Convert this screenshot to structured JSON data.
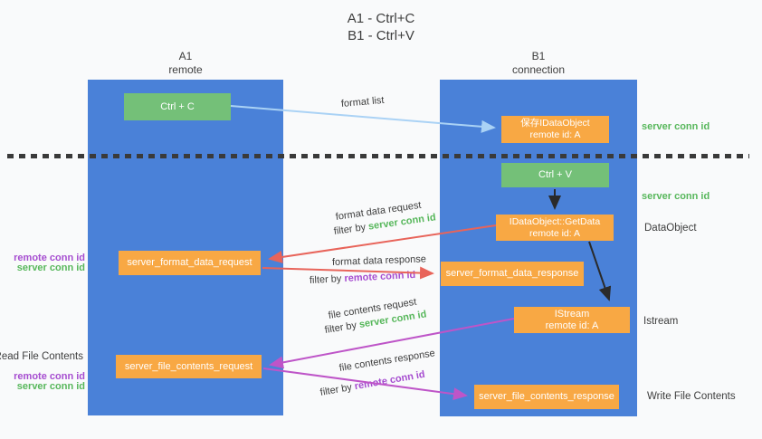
{
  "title": {
    "line1": "A1 - Ctrl+C",
    "line2": "B1 - Ctrl+V"
  },
  "lanes": {
    "left": {
      "name": "A1",
      "role": "remote"
    },
    "right": {
      "name": "B1",
      "role": "connection"
    }
  },
  "nodes": {
    "ctrl_c": {
      "label": "Ctrl + C"
    },
    "ctrl_v": {
      "label": "Ctrl + V"
    },
    "save_dataobject": {
      "line1": "保存IDataObject",
      "line2": "remote id: A"
    },
    "getdata": {
      "line1": "IDataObject::GetData",
      "line2": "remote id: A"
    },
    "istream": {
      "line1": "IStream",
      "line2": "remote id: A"
    },
    "format_request": {
      "label": "server_format_data_request"
    },
    "format_response": {
      "label": "server_format_data_response"
    },
    "file_request": {
      "label": "server_file_contents_request"
    },
    "file_response": {
      "label": "server_file_contents_response"
    }
  },
  "flow_labels": {
    "format_list": "format list",
    "format_data_request": "format data request",
    "format_data_response": "format data response",
    "file_contents_request": "file contents request",
    "file_contents_response": "file contents response",
    "filter_by": "filter by",
    "server_conn_id": "server conn id",
    "remote_conn_id": "remote conn id"
  },
  "side_labels": {
    "left_remote_conn_1": "remote conn id",
    "left_server_conn_1": "server conn id",
    "read_file_contents": "Read File Contents",
    "left_remote_conn_2": "remote conn id",
    "left_server_conn_2": "server conn id",
    "right_server_conn_1": "server conn id",
    "right_server_conn_2": "server conn id",
    "dataobject": "DataObject",
    "istream": "Istream",
    "write_file_contents": "Write File Contents"
  },
  "colors": {
    "lane_blue": "#4a81d8",
    "node_green": "#74c078",
    "node_orange": "#f8a844",
    "arrow_light_blue": "#aad2f5",
    "arrow_red": "#e8645a",
    "arrow_magenta": "#be55c8",
    "arrow_black": "#2a2a2a",
    "text_green": "#57b75b",
    "text_purple": "#a64dd0",
    "text_dark": "#3d3d3d"
  }
}
